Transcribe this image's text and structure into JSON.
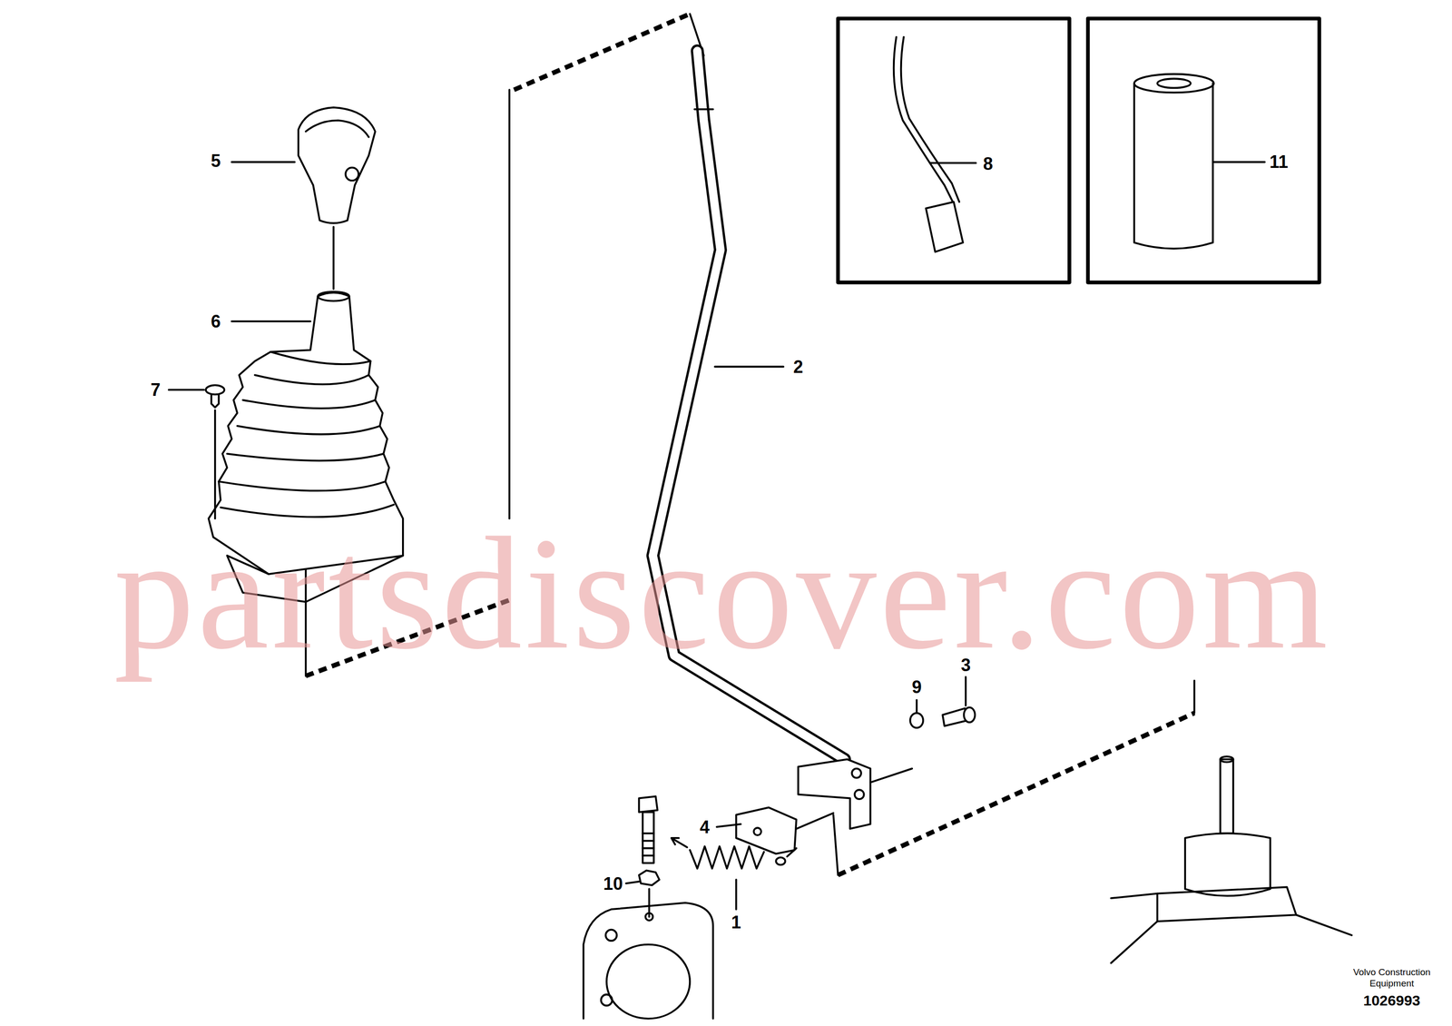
{
  "diagram": {
    "labels": [
      "5",
      "6",
      "7",
      "2",
      "8",
      "11",
      "3",
      "9",
      "4",
      "10",
      "1",
      "partsdiscover.com",
      "Volvo Construction Equipment",
      "1026993"
    ]
  }
}
